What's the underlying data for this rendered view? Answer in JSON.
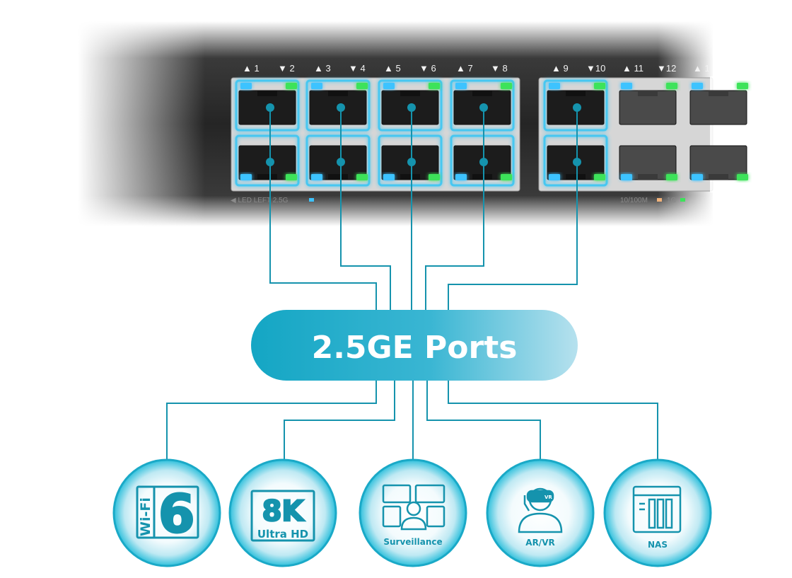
{
  "diagram": {
    "port_labels": [
      "▲ 1",
      "▼ 2",
      "▲ 3",
      "▼ 4",
      "▲ 5",
      "▼ 6",
      "▲ 7",
      "▼ 8",
      "▲ 9",
      "▼10",
      "▲ 11",
      "▼12",
      "▲ 1"
    ],
    "led_left_label": "◀ LED LEFT  2.5G",
    "speed_legend_label": "10/100M",
    "speed_legend_1g": "1G",
    "hub_label": "2.5GE Ports",
    "devices": [
      {
        "name": "wifi6",
        "label": "",
        "icon_text_a": "Wi-Fi",
        "icon_text_b": "6"
      },
      {
        "name": "ultra-hd-8k",
        "label": "Ultra HD",
        "icon_text_a": "8K"
      },
      {
        "name": "surveillance",
        "label": "Surveillance"
      },
      {
        "name": "ar-vr",
        "label": "AR/VR",
        "icon_text_a": "VR"
      },
      {
        "name": "nas",
        "label": "NAS"
      }
    ],
    "colors": {
      "accent": "#1593ad",
      "pill_start": "#17a9c6",
      "pill_end": "#a9dceb",
      "led_blue": "#3ec3ff",
      "led_green": "#3ce35a",
      "switch_body": "#2b2b2b"
    }
  }
}
